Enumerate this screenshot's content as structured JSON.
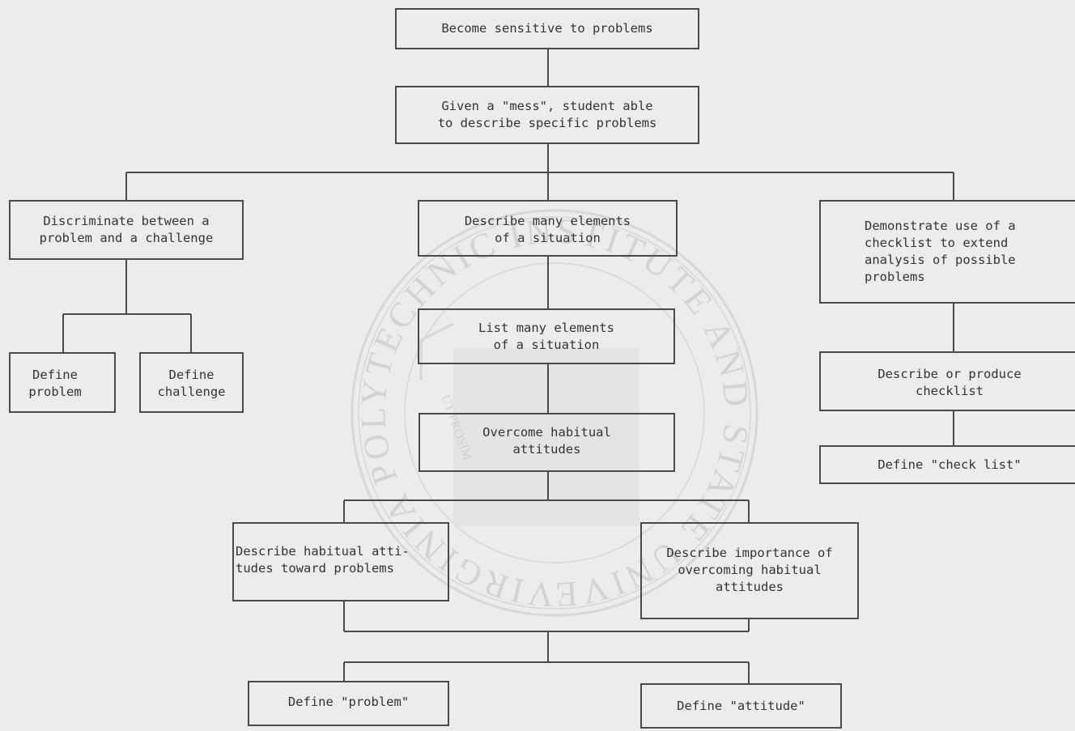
{
  "diagram": {
    "nodes": {
      "n1": "Become sensitive to problems",
      "n2": "Given a \"mess\", student able\nto describe specific problems",
      "n3": "Discriminate between a\nproblem and a challenge",
      "n4": "Define\nproblem",
      "n5": "Define\nchallenge",
      "n6": "Describe many elements\nof a situation",
      "n7": "List many elements\nof a situation",
      "n8": "Overcome habitual\nattitudes",
      "n9": "Demonstrate use of a\nchecklist to extend\nanalysis of possible\nproblems",
      "n10": "Describe or produce\nchecklist",
      "n11": "Define \"check list\"",
      "n12": "Describe habitual atti-\ntudes toward problems",
      "n13": "Describe importance of\novercoming habitual\nattitudes",
      "n14": "Define \"problem\"",
      "n15": "Define \"attitude\""
    },
    "watermark": {
      "outer_text": "VIRGINIA POLYTECHNIC INSTITUTE AND STATE UNIVERSITY",
      "inner_text": "UT PROSIM"
    }
  }
}
